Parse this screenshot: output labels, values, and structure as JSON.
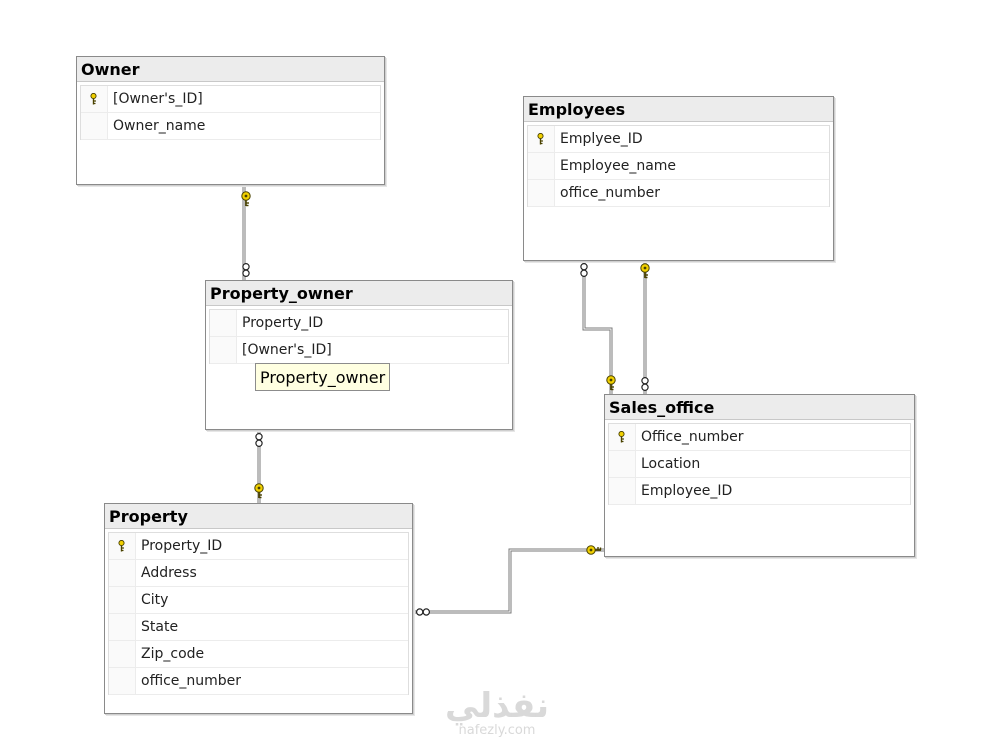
{
  "tables": {
    "owner": {
      "title": "Owner",
      "fields": [
        "[Owner's_ID]",
        "Owner_name"
      ]
    },
    "employees": {
      "title": "Employees",
      "fields": [
        "Emplyee_ID",
        "Employee_name",
        "office_number"
      ]
    },
    "property_owner": {
      "title": "Property_owner",
      "fields": [
        "Property_ID",
        "[Owner's_ID]"
      ]
    },
    "sales_office": {
      "title": "Sales_office",
      "fields": [
        "Office_number",
        "Location",
        "Employee_ID"
      ]
    },
    "property": {
      "title": "Property",
      "fields": [
        "Property_ID",
        "Address",
        "City",
        "State",
        "Zip_code",
        "office_number"
      ]
    }
  },
  "tooltip": "Property_owner",
  "watermark": {
    "logo_text": "نفذلي",
    "domain": "nafezly.com"
  },
  "colors": {
    "key": "#e6c200",
    "line": "#7a7a7a",
    "header_bg": "#ececec"
  }
}
